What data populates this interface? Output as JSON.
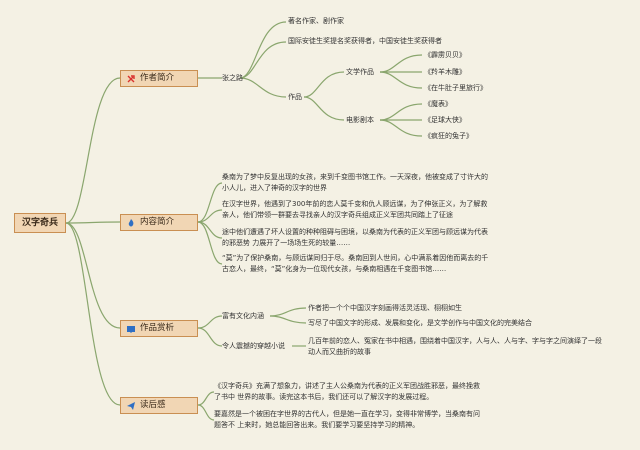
{
  "root": "汉字奇兵",
  "colors": {
    "line": "#8aa66e",
    "topic_fill": "#f1d6b4",
    "topic_border": "#c98f52",
    "background": "#f4f1e4"
  },
  "author": {
    "label": "作者简介",
    "icon": "tools-icon",
    "name": "张之路",
    "facts": [
      "著名作家、剧作家",
      "国际安徒生奖提名奖获得者，中国安徒生奖获得者"
    ],
    "works_label": "作品",
    "literary_label": "文学作品",
    "literary": [
      "《霹雳贝贝》",
      "《羚羊木雕》",
      "《在牛肚子里旅行》"
    ],
    "film_label": "电影剧本",
    "film": [
      "《魔表》",
      "《足球大侠》",
      "《疯狂的兔子》"
    ]
  },
  "summary": {
    "label": "内容简介",
    "icon": "flame-icon",
    "paragraphs": [
      "桑南为了梦中反复出现的女孩，来到千变图书馆工作。一天深夜，他被变成了寸许大的小人儿，进入了神奇的汉字的世界",
      "在汉字世界，他遇到了300年前的恋人莫千变和仇人顾远谋，为了伸张正义，为了解救亲人，他们带领一群要去寻找亲人的汉字奇兵组成正义军团共同踏上了征途",
      "途中他们遭遇了坏人设置的种种阻碍与困境，以桑南为代表的正义军团与顾远谋为代表的邪恶势 力展开了一场场生死的较量……",
      "“莫”为了保护桑南，与顾远谋同归于尽。桑南回到人世间，心中满系着因他而离去的千古恋人，最终，“莫”化身为一位现代女孩，与桑南相遇在千变图书馆……"
    ]
  },
  "appreciation": {
    "label": "作品赏析",
    "icon": "book-icon",
    "culture_label": "富有文化内涵",
    "culture": [
      "作者把一个个中国汉字刻画得活灵活现、栩栩如生",
      "写尽了中国文字的形成、发展和变化，是文学创作与中国文化的完美结合"
    ],
    "novel_label": "令人震撼的穿越小说",
    "novel_text": "几百年前的恋人、冤家在书中相遇，围绕着中国汉字，人与人、人与字、字与字之间演绎了一段动人而又曲折的故事"
  },
  "reflection": {
    "label": "读后感",
    "icon": "paper-plane-icon",
    "paragraphs": [
      "《汉字奇兵》充满了想象力，讲述了主人公桑南为代表的正义军团战胜邪恶，最终挽救了书中 世界的故事。读完这本书后，我们还可以了解汉字的发展过程。",
      "要嘉然是一个被困在字世界的古代人，但是她一直在学习，变得非常博学，当桑南有问题答不 上来时，她总能回答出来。我们要学习要坚持学习的精神。"
    ]
  }
}
